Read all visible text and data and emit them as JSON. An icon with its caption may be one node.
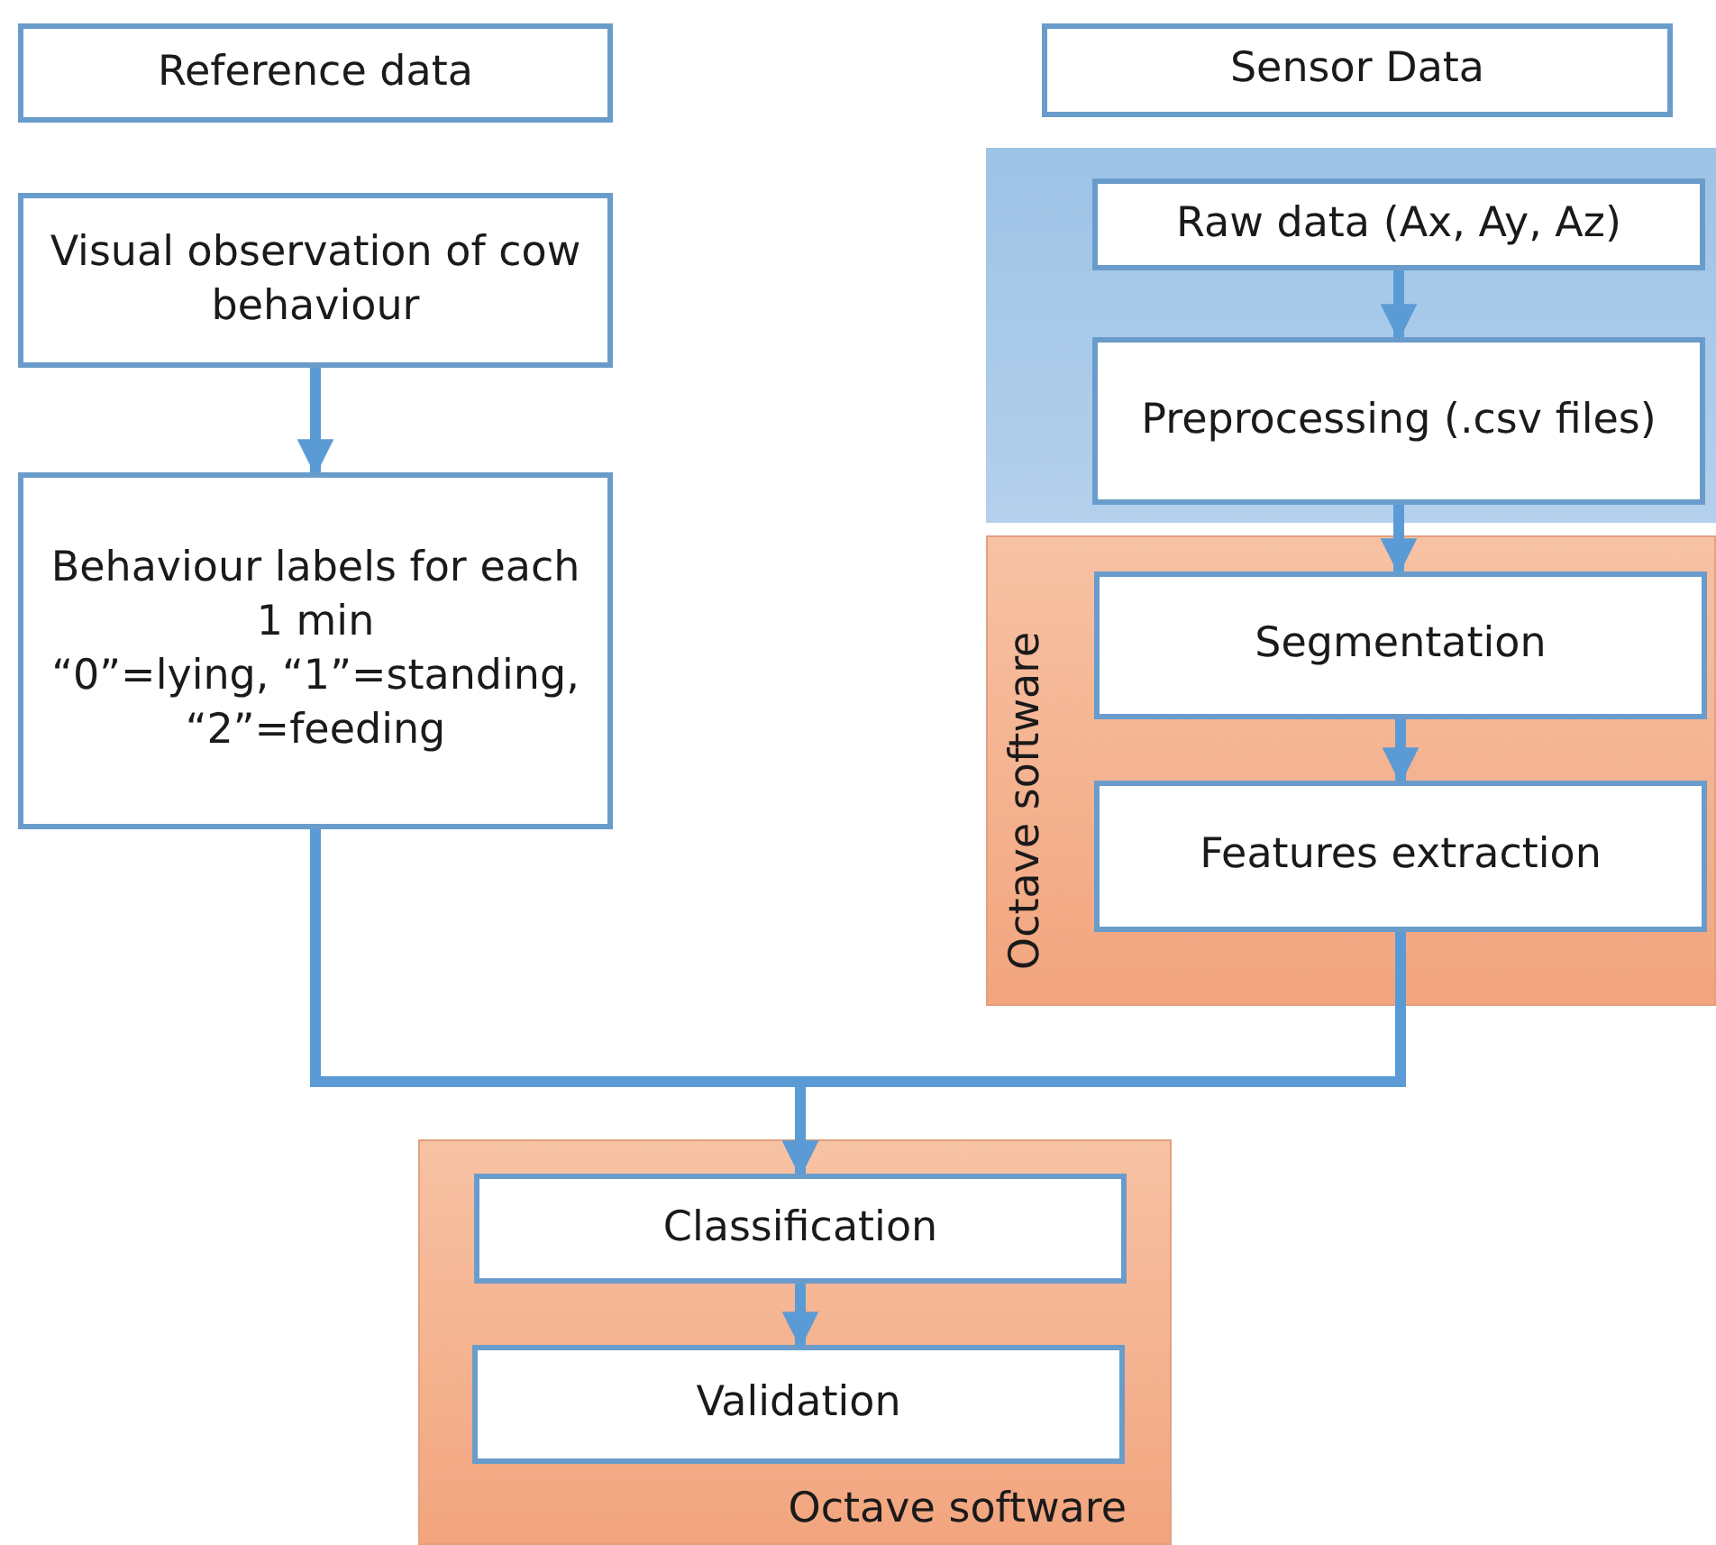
{
  "diagram": {
    "nodes": [
      {
        "text": [
          "Reference data"
        ]
      },
      {
        "text": [
          "Sensor Data"
        ]
      },
      {
        "text": [
          "Visual observation of cow behaviour"
        ]
      },
      {
        "text": [
          "Behaviour labels for each 1 min",
          "“0”=lying, “1”=standing, “2”=feeding"
        ]
      },
      {
        "text": [],
        "shape": "box"
      },
      {
        "text": [
          "Raw data (Ax, Ay, Az)"
        ],
        "in": 4
      },
      {
        "text": [
          "Preprocessing (.csv files)"
        ],
        "in": 4
      },
      {
        "text": [
          "Octave software"
        ]
      },
      {
        "text": [
          "Segmentation"
        ],
        "in": 7
      },
      {
        "text": [
          "Features extraction"
        ],
        "in": 7
      },
      {
        "text": [
          "Octave software"
        ]
      },
      {
        "text": [
          "Classification"
        ],
        "in": 10
      },
      {
        "text": [
          "Validation"
        ],
        "in": 10
      }
    ],
    "edges": [
      {
        "from": 2,
        "to": 3,
        "arrow": "to"
      },
      {
        "from": 5,
        "to": 6,
        "arrow": "to"
      },
      {
        "from": 6,
        "to": 8,
        "arrow": "to"
      },
      {
        "from": 8,
        "to": 9,
        "arrow": "to"
      },
      {
        "from": 3,
        "to": 11,
        "arrow": "to"
      },
      {
        "from": 9,
        "to": 11,
        "arrow": "to"
      },
      {
        "from": 11,
        "to": 12,
        "arrow": "to"
      }
    ]
  }
}
